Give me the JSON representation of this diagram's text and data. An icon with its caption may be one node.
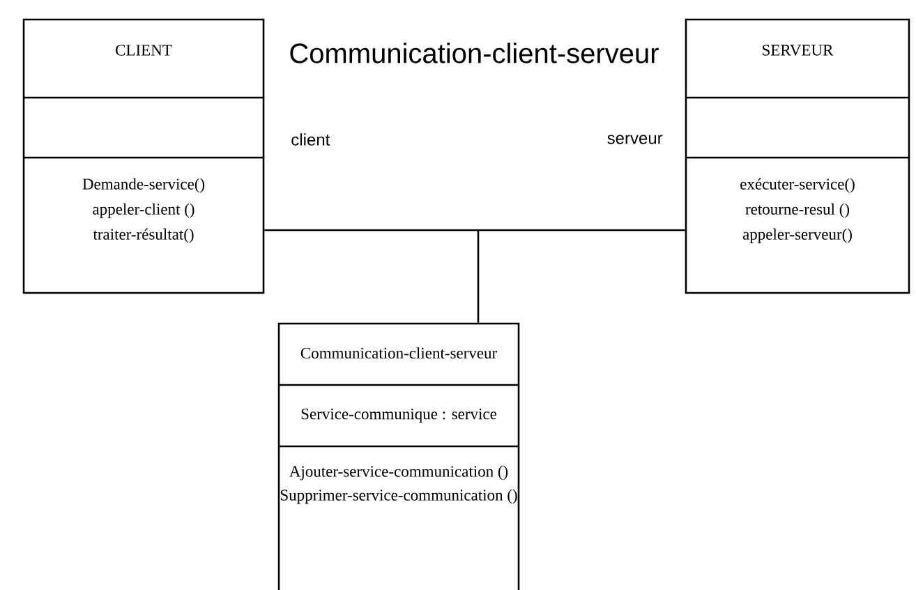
{
  "diagram": {
    "nodes": [
      {
        "text": [
          "CLIENT",
          "Demande-service()",
          "appeler-client ()",
          "traiter-résultat()"
        ]
      },
      {
        "text": [
          "SERVEUR",
          "exécuter-service()",
          "retourne-resul ()",
          "appeler-serveur()"
        ]
      },
      {
        "text": [
          "Communication-client-serveur",
          "Service-communique : service",
          "Ajouter-service-communication ()",
          "Supprimer-service-communication ()"
        ]
      }
    ],
    "edges": [
      {
        "from": 0,
        "to": 1,
        "arrow": "none"
      },
      {
        "from": 2,
        "to": null,
        "arrow": "none"
      }
    ],
    "labels": [
      "Communication-client-serveur",
      "client",
      "serveur"
    ]
  }
}
